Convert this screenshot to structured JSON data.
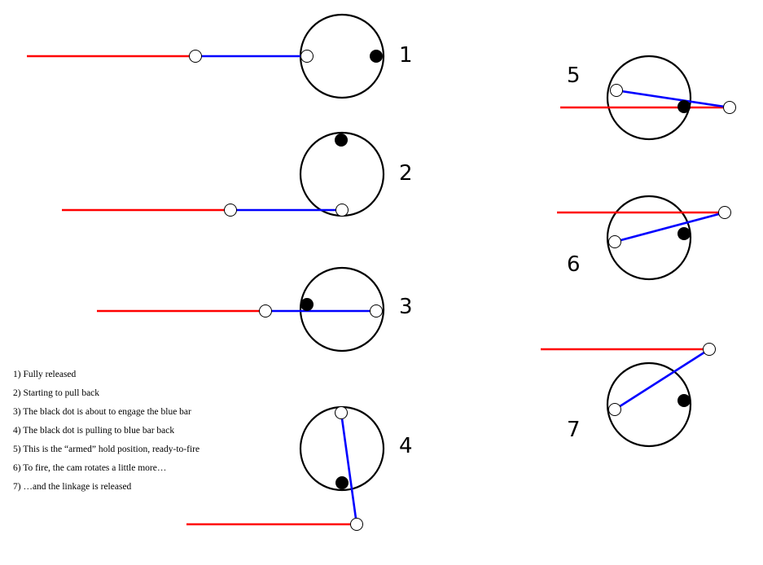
{
  "colors": {
    "background": "#ffffff",
    "red_rod": "#ff0000",
    "blue_link": "#0000ff",
    "cam_outline": "#000000",
    "cam_dot": "#000000",
    "pivot_fill": "#ffffff"
  },
  "steps": [
    {
      "number": "1",
      "description": "1) Fully released"
    },
    {
      "number": "2",
      "description": "2) Starting to pull back"
    },
    {
      "number": "3",
      "description": "3) The black dot is about to engage the blue bar"
    },
    {
      "number": "4",
      "description": "4) The black dot is pulling to blue bar back"
    },
    {
      "number": "5",
      "description": "5) This is the “armed” hold position, ready-to-fire"
    },
    {
      "number": "6",
      "description": "6) To fire, the cam rotates a little more…"
    },
    {
      "number": "7",
      "description": "7) …and the linkage is released"
    }
  ]
}
